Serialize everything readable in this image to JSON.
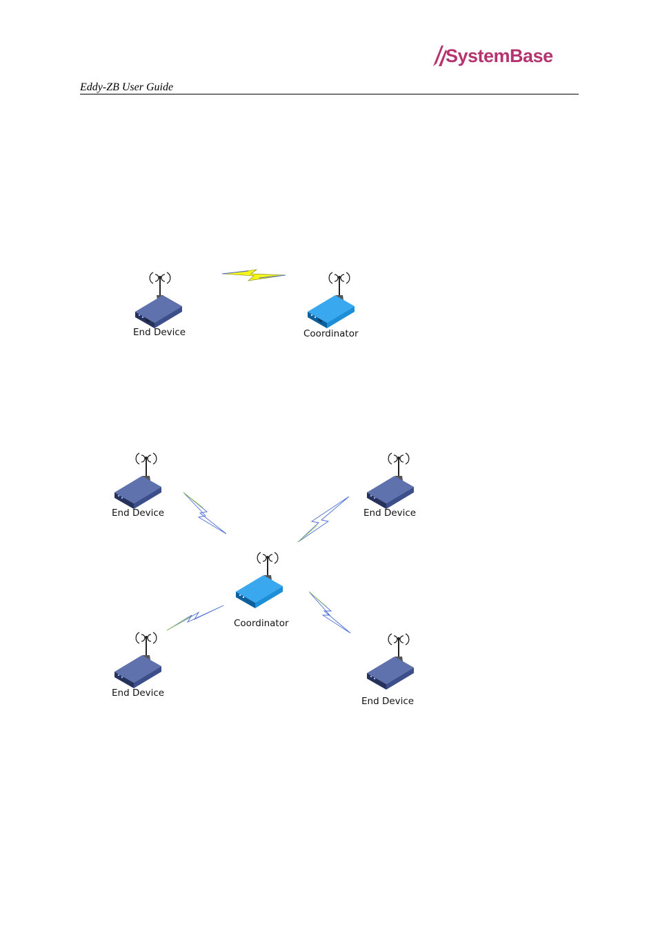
{
  "header": {
    "logo_text": "SystemBase",
    "document_title": "Eddy-ZB User Guide"
  },
  "diagram_1": {
    "nodes": [
      {
        "id": "end-device",
        "label": "End Device",
        "kind": "end-device"
      },
      {
        "id": "coordinator",
        "label": "Coordinator",
        "kind": "coordinator"
      }
    ]
  },
  "diagram_2": {
    "nodes": [
      {
        "id": "end-device-top-left",
        "label": "End Device",
        "kind": "end-device"
      },
      {
        "id": "end-device-top-right",
        "label": "End Device",
        "kind": "end-device"
      },
      {
        "id": "coordinator",
        "label": "Coordinator",
        "kind": "coordinator"
      },
      {
        "id": "end-device-bottom-left",
        "label": "End Device",
        "kind": "end-device"
      },
      {
        "id": "end-device-bottom-right",
        "label": "End Device",
        "kind": "end-device"
      }
    ]
  },
  "colors": {
    "brand": "#b5336e",
    "end_device_body": "#3c4f8a",
    "coordinator_body": "#1d8fd8",
    "link_yellow": "#f5f51a"
  },
  "icons": [
    "wireless-router-icon",
    "antenna-icon",
    "lightning-link-icon"
  ]
}
